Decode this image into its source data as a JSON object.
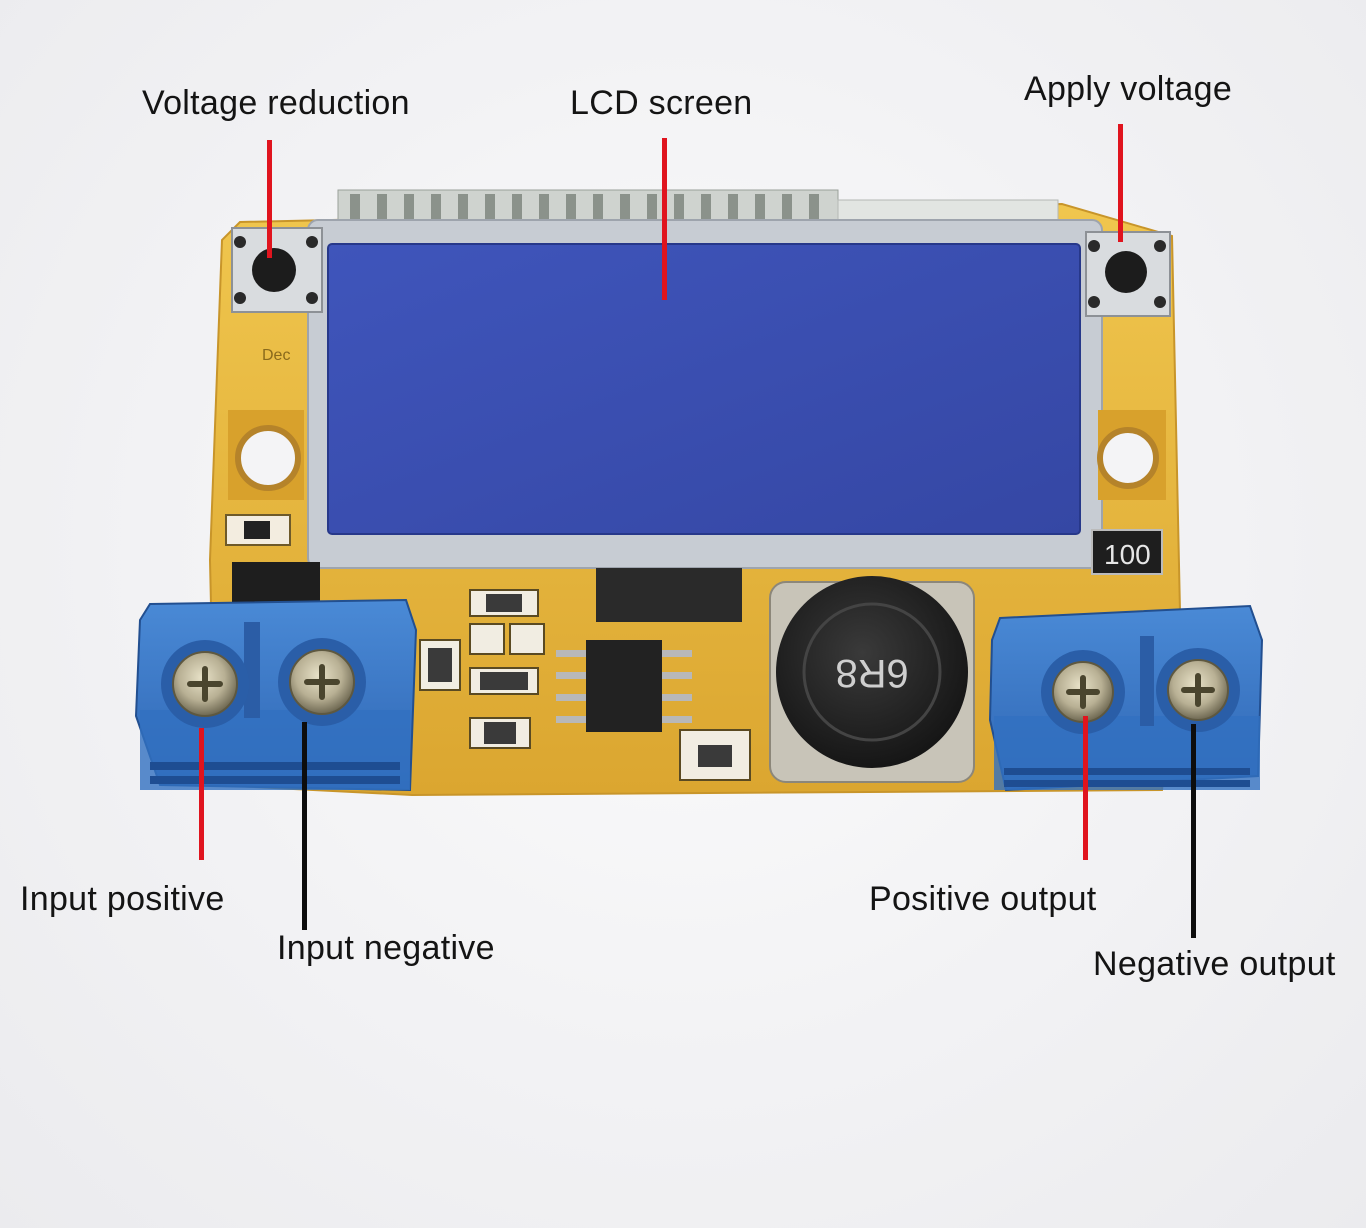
{
  "labels": {
    "voltage_reduction": "Voltage reduction",
    "lcd_screen": "LCD screen",
    "apply_voltage": "Apply voltage",
    "input_positive": "Input positive",
    "input_negative": "Input negative",
    "positive_output": "Positive output",
    "negative_output": "Negative output"
  },
  "board": {
    "inductor_marking": "6R8",
    "resistor_marking": "100",
    "button_marking": "Dec"
  },
  "colors": {
    "pcb": "#e6b43a",
    "lcd": "#3b4fb0",
    "terminal": "#3a78c8",
    "red_line": "#e0141e",
    "black_line": "#0d0d0d"
  }
}
